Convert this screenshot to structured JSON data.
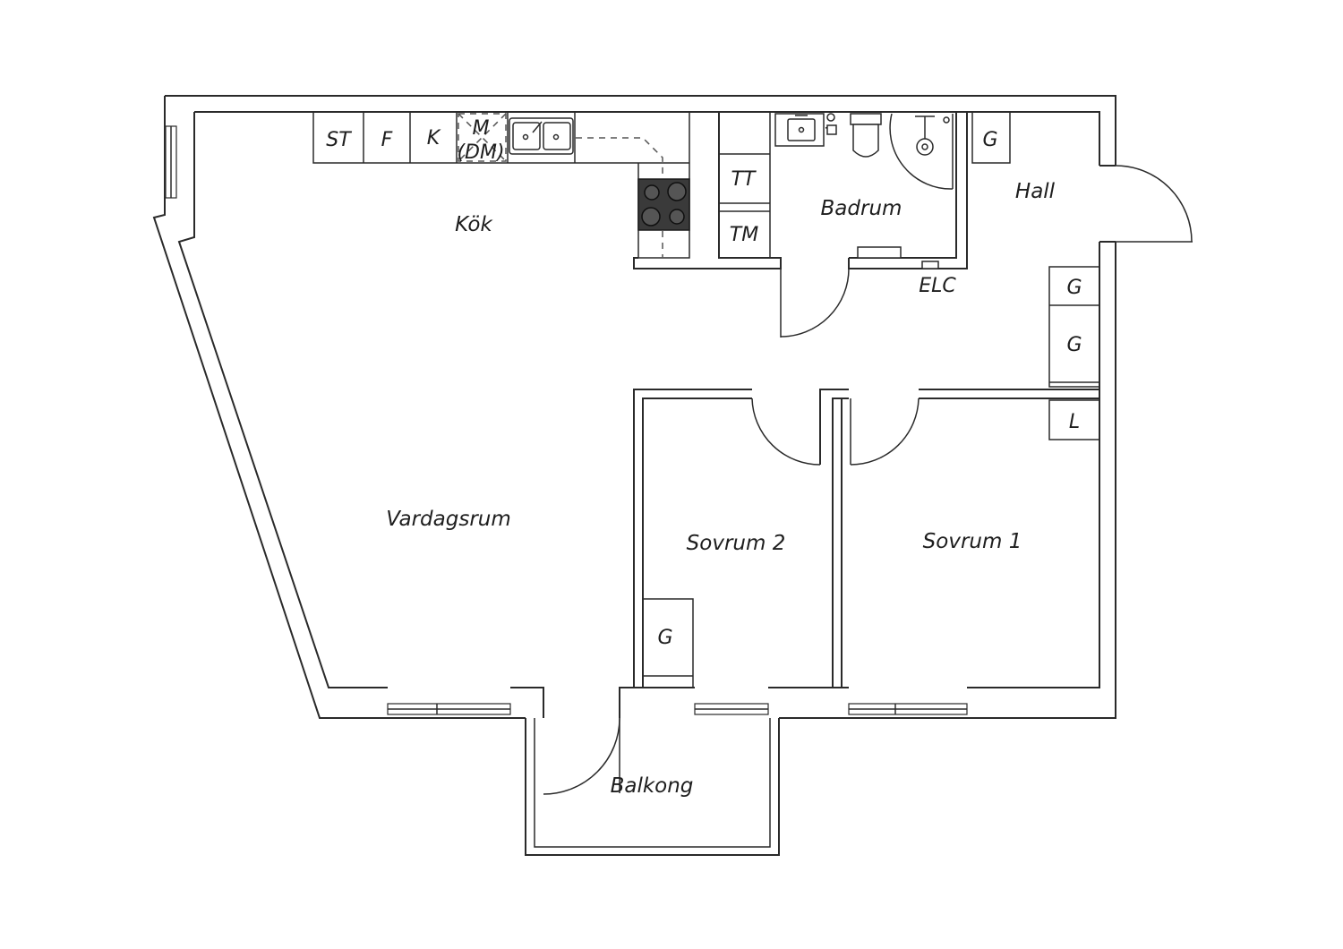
{
  "rooms": {
    "kok": "Kök",
    "vardagsrum": "Vardagsrum",
    "badrum": "Badrum",
    "hall": "Hall",
    "sovrum2": "Sovrum 2",
    "sovrum1": "Sovrum 1",
    "balkong": "Balkong"
  },
  "fixtures": {
    "st": "ST",
    "f": "F",
    "k": "K",
    "m": "M",
    "dm": "(DM)",
    "tt": "TT",
    "tm": "TM",
    "elc": "ELC",
    "hall_g1": "G",
    "hall_g2": "G",
    "hall_g3": "G",
    "hall_l": "L",
    "sovrum2_g": "G"
  },
  "colors": {
    "line": "#2a2a2a",
    "hob": "#3a3a3a",
    "background": "#ffffff"
  }
}
